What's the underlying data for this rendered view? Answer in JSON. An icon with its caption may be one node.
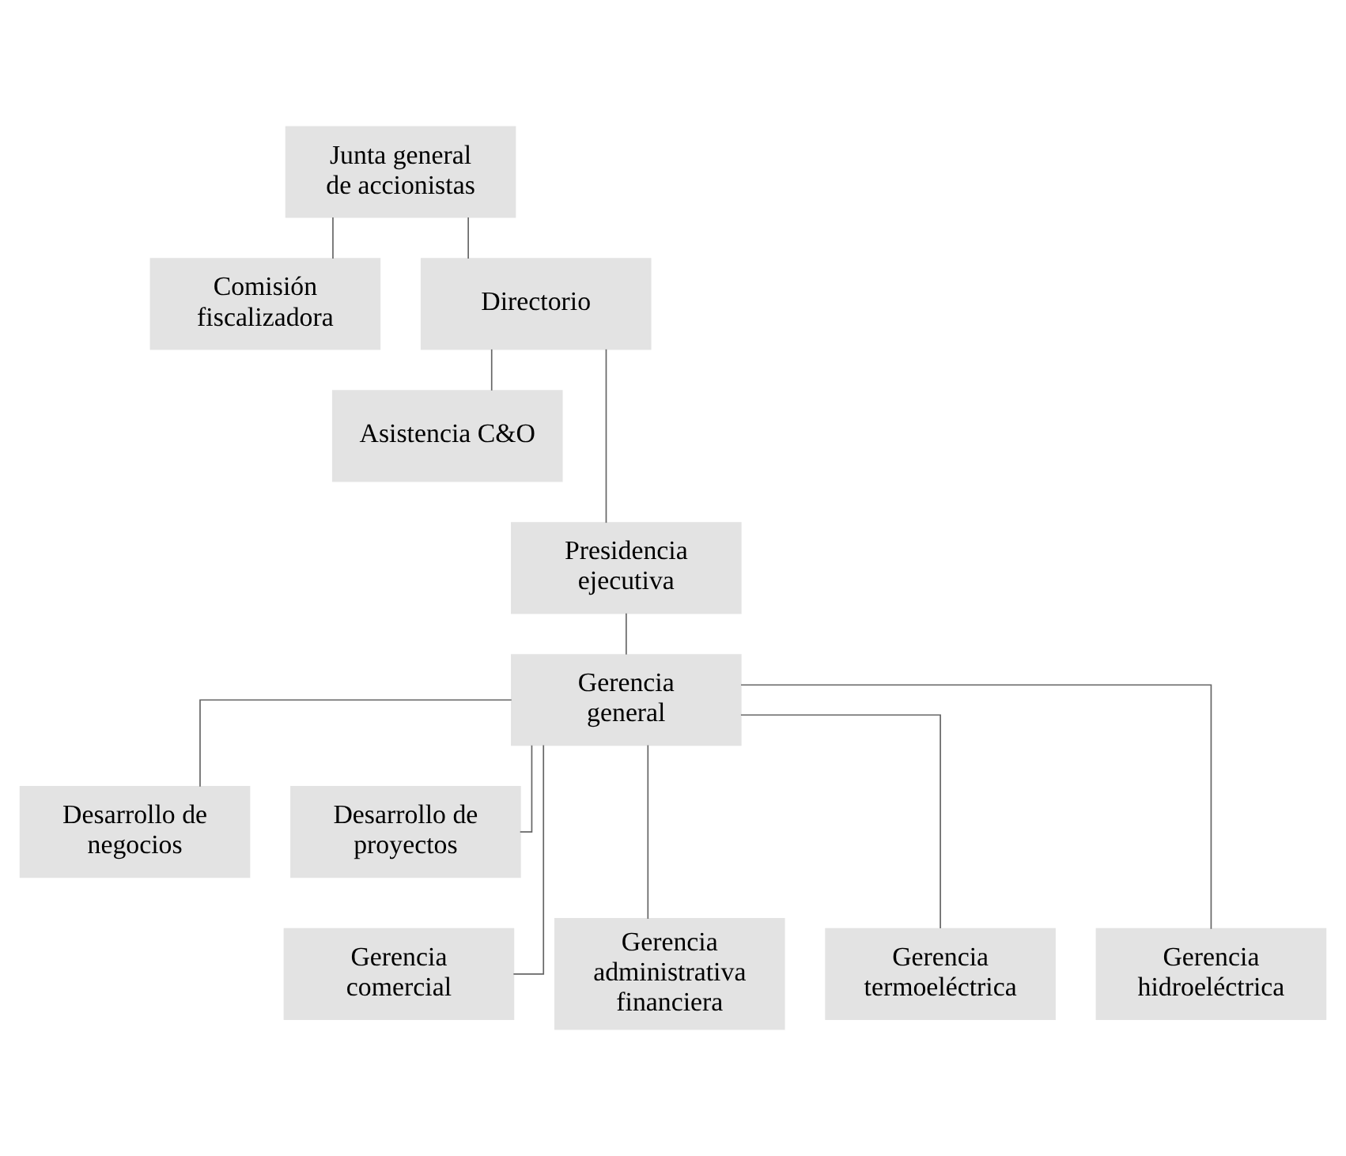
{
  "diagram": {
    "nodes": [
      {
        "text": [
          "Junta general de accionistas"
        ]
      },
      {
        "text": [
          "Comisión fiscalizadora"
        ]
      },
      {
        "text": [
          "Directorio"
        ]
      },
      {
        "text": [
          "Asistencia C&O"
        ]
      },
      {
        "text": [
          "Presidencia ejecutiva"
        ]
      },
      {
        "text": [
          "Gerencia general"
        ]
      },
      {
        "text": [
          "Desarrollo de negocios"
        ]
      },
      {
        "text": [
          "Desarrollo de proyectos"
        ]
      },
      {
        "text": [
          "Gerencia comercial"
        ]
      },
      {
        "text": [
          "Gerencia administrativa financiera"
        ]
      },
      {
        "text": [
          "Gerencia termoeléctrica"
        ]
      },
      {
        "text": [
          "Gerencia hidroeléctrica"
        ]
      }
    ],
    "edges": [
      {
        "from": 0,
        "to": 1,
        "arrow": "none"
      },
      {
        "from": 0,
        "to": 2,
        "arrow": "none"
      },
      {
        "from": 2,
        "to": 3,
        "arrow": "none"
      },
      {
        "from": 2,
        "to": 4,
        "arrow": "none"
      },
      {
        "from": 4,
        "to": 5,
        "arrow": "none"
      },
      {
        "from": 5,
        "to": 6,
        "arrow": "none"
      },
      {
        "from": 5,
        "to": 7,
        "arrow": "none"
      },
      {
        "from": 5,
        "to": 8,
        "arrow": "none"
      },
      {
        "from": 5,
        "to": 9,
        "arrow": "none"
      },
      {
        "from": 5,
        "to": 10,
        "arrow": "none"
      },
      {
        "from": 5,
        "to": 11,
        "arrow": "none"
      }
    ]
  }
}
